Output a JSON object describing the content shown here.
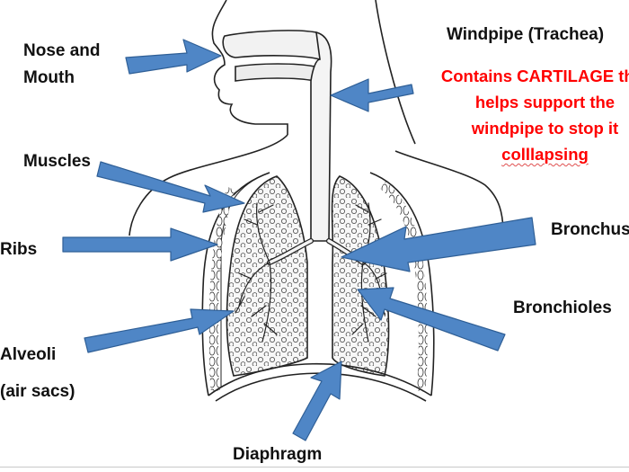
{
  "labels": {
    "nose_mouth": [
      "Nose and",
      "Mouth"
    ],
    "windpipe": "Windpipe (Trachea)",
    "cartilage_note": [
      "Contains CARTILAGE that",
      "helps support the",
      "windpipe to stop it",
      "colllapsing"
    ],
    "muscles": "Muscles",
    "ribs": "Ribs",
    "bronchus": "Bronchus",
    "bronchioles": "Bronchioles",
    "alveoli": [
      "Alveoli",
      "(air sacs)"
    ],
    "diaphragm": "Diaphragm"
  },
  "colors": {
    "arrow_fill": "#4f86c6",
    "arrow_stroke": "#2f5f96",
    "note_text": "#ff0000",
    "outline": "#222222"
  },
  "icons": [
    "right-arrow-icon",
    "left-arrow-icon",
    "up-arrow-icon"
  ]
}
